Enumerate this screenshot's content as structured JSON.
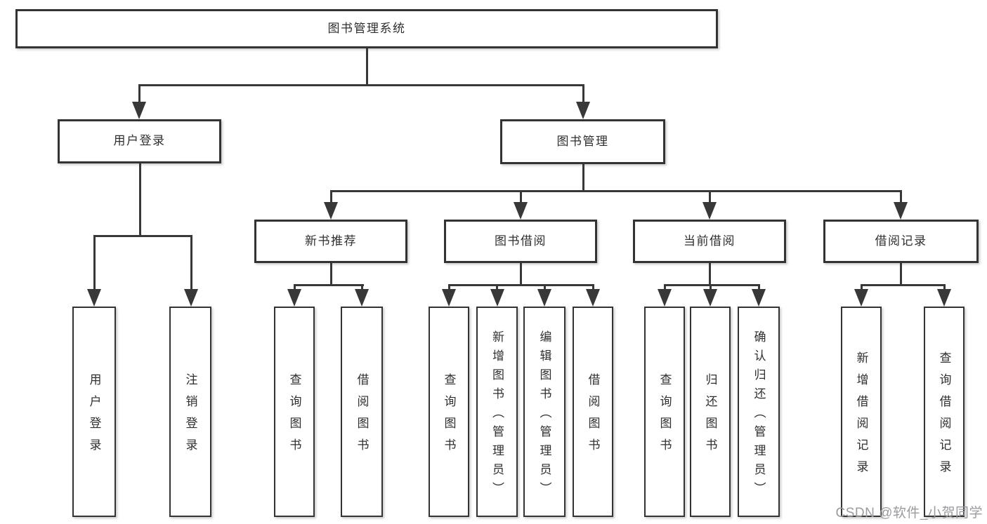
{
  "diagram": {
    "title": "图书管理系统",
    "branches": [
      {
        "label": "用户登录",
        "children": [
          {
            "label": "用户登录"
          },
          {
            "label": "注销登录"
          }
        ]
      },
      {
        "label": "图书管理",
        "children": [
          {
            "label": "新书推荐",
            "children": [
              {
                "label": "查询图书"
              },
              {
                "label": "借阅图书"
              }
            ]
          },
          {
            "label": "图书借阅",
            "children": [
              {
                "label": "查询图书"
              },
              {
                "label": "新增图书（管理员）"
              },
              {
                "label": "编辑图书（管理员）"
              },
              {
                "label": "借阅图书"
              }
            ]
          },
          {
            "label": "当前借阅",
            "children": [
              {
                "label": "查询图书"
              },
              {
                "label": "归还图书"
              },
              {
                "label": "确认归还（管理员）"
              }
            ]
          },
          {
            "label": "借阅记录",
            "children": [
              {
                "label": "新增借阅记录"
              },
              {
                "label": "查询借阅记录"
              }
            ]
          }
        ]
      }
    ]
  },
  "watermark": {
    "text": "CSDN @软件_小贺同学"
  },
  "colors": {
    "line": "#383838",
    "border": "#333333",
    "text": "#2f2f2f",
    "watermark": "#999b9e",
    "background": "#ffffff"
  }
}
